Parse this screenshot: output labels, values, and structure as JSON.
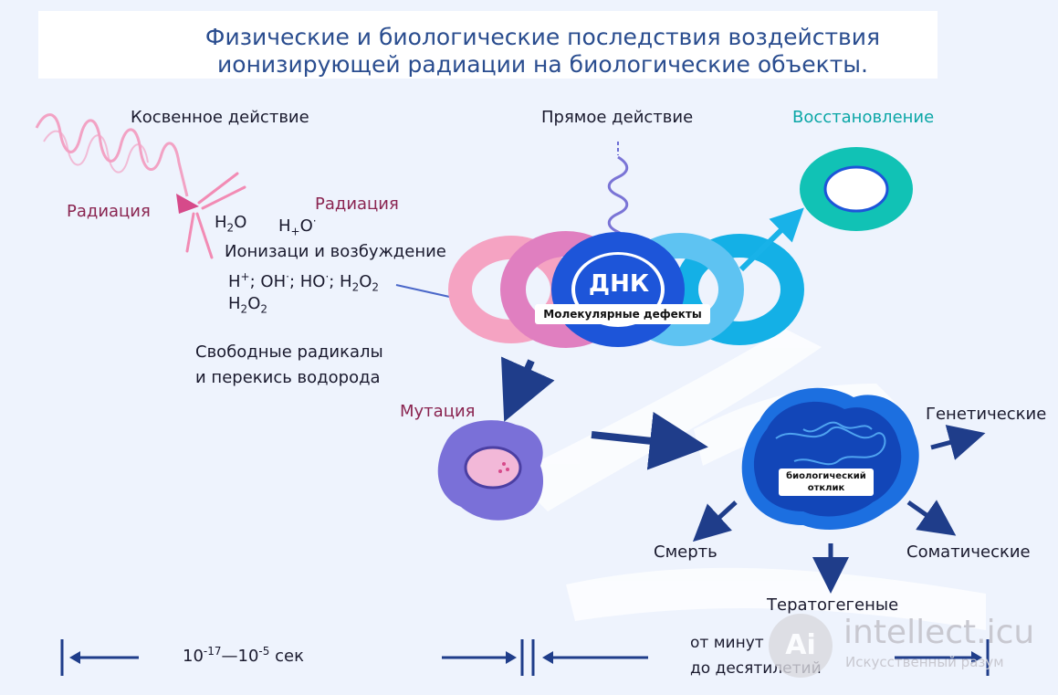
{
  "title": {
    "line1": "Физические и биологические последствия воздействия",
    "line2": "ионизирующей радиации на биологические объекты."
  },
  "labels": {
    "indirect": "Косвенное действие",
    "direct": "Прямое действие",
    "recovery": "Восстановление",
    "radiation_left": "Радиация",
    "radiation_right": "Радиация",
    "ionization": "Ионизаци и возбуждение",
    "free_radicals_line1": "Свободные радикалы",
    "free_radicals_line2": "и перекись водорода",
    "mutation": "Мутация",
    "dna": "ДНК",
    "molecular_defects": "Молекулярные дефекты",
    "bio_response_line1": "биологический",
    "bio_response_line2": "отклик",
    "genetic": "Генетические",
    "death": "Смерть",
    "somatic": "Соматические",
    "teratogenic": "Тератогегеные"
  },
  "chem": {
    "h2o": {
      "base": "H",
      "sub": "2",
      "tail": "O"
    },
    "h3o": {
      "base": "H",
      "sub": "+",
      "tail": "O",
      "sup": "·"
    },
    "ions": {
      "h": "H",
      "h_sup": "+",
      "sep1": "; OH",
      "oh_sup": "·",
      "sep2": "; HO",
      "ho_sup": "·",
      "sep3": "; H",
      "h2_sub": "2",
      "o": "O",
      "o2_sub": "2"
    },
    "h2o2": {
      "h": "H",
      "h_sub": "2",
      "o": "O",
      "o_sub": "2"
    }
  },
  "timeline": {
    "fast_base1": "10",
    "fast_exp1": "-17",
    "fast_dash": "—",
    "fast_base2": "10",
    "fast_exp2": "-5",
    "fast_unit": " сек",
    "slow_line1": "от минут",
    "slow_line2": "до десятилетий"
  },
  "watermark": {
    "logo": "Ai",
    "main": "intellect.icu",
    "sub": "Искусственный разум"
  },
  "colors": {
    "title": "#2a4d8f",
    "maroon": "#8a2450",
    "teal": "#0aa6a6",
    "arrow": "#1f3d8a",
    "ring1": "#f5a3c2",
    "ring2": "#e07fc0",
    "ring3": "#1d55d9",
    "ring4": "#5ec3f2",
    "ring5": "#14b0e6",
    "recovery_ring": "#11c2b5",
    "mutation_cell": "#7a70d8",
    "bio_blob": "#1246b8"
  }
}
